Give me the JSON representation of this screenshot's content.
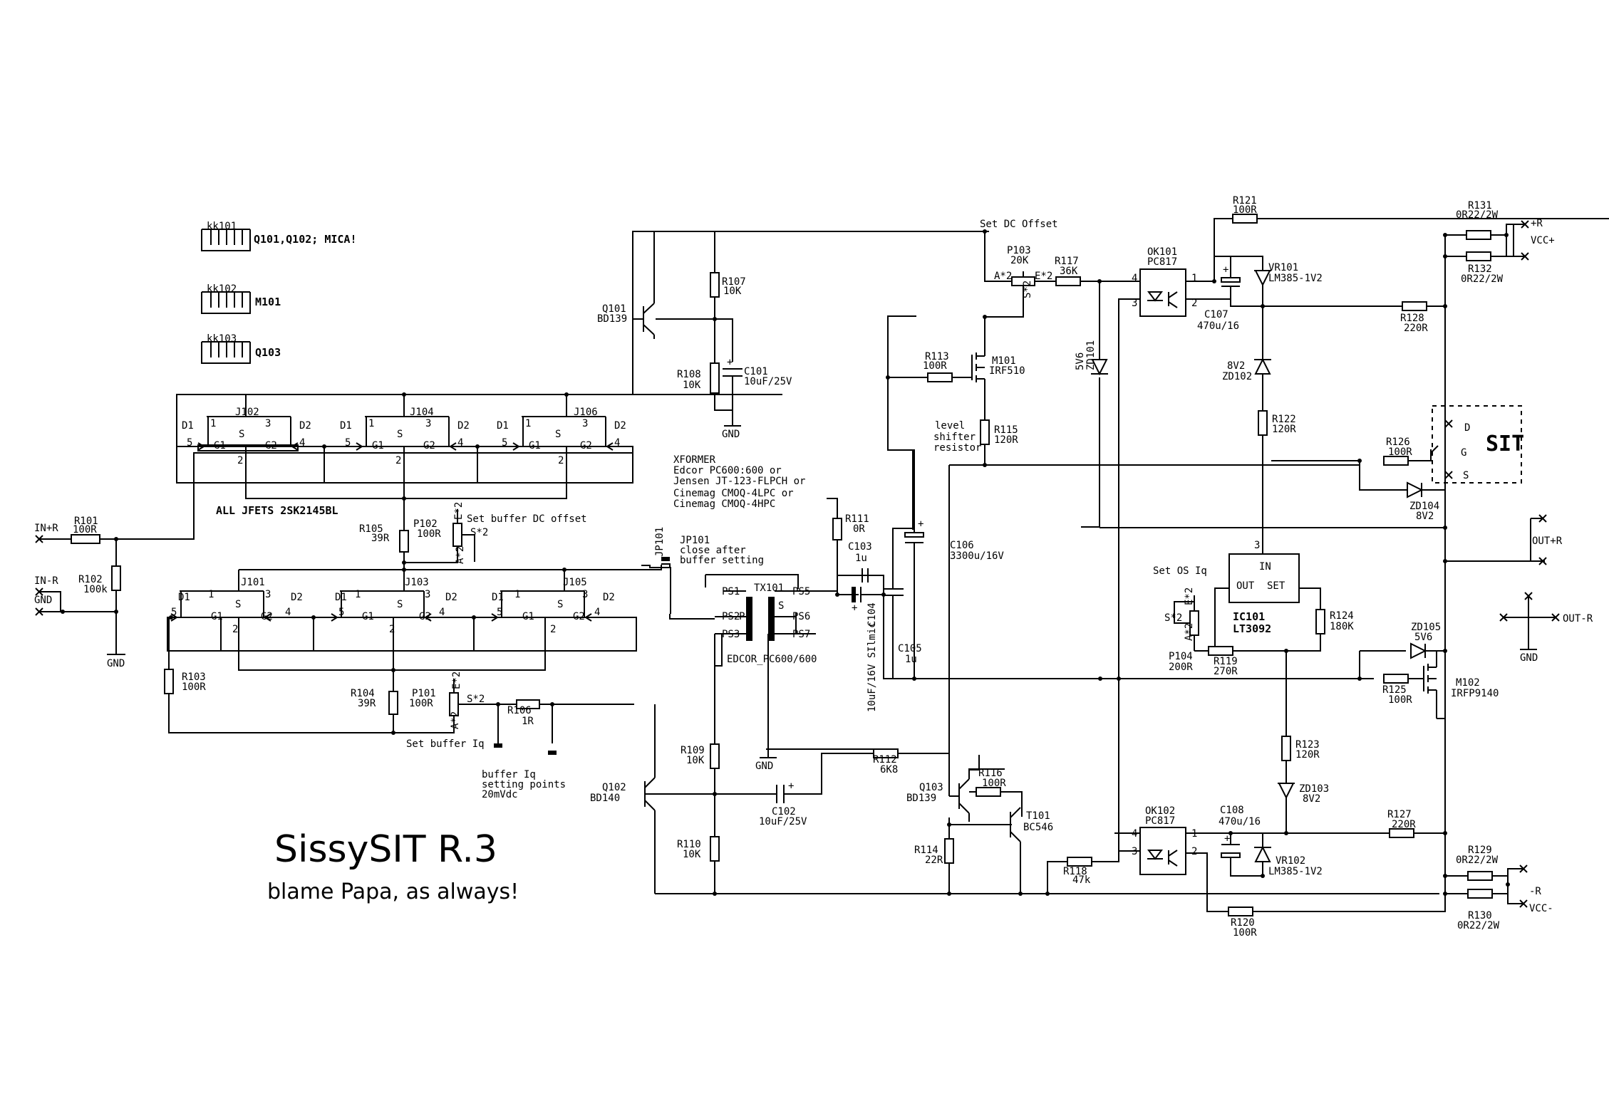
{
  "title": {
    "main": "SissySIT R.3",
    "subtitle": "blame Papa, as always!"
  },
  "heatsinks": [
    {
      "ref": "kk101",
      "note": "Q101,Q102; MICA!"
    },
    {
      "ref": "kk102",
      "note": "M101"
    },
    {
      "ref": "kk103",
      "note": "Q103"
    }
  ],
  "components": {
    "r101": {
      "ref": "R101",
      "value": "100R"
    },
    "r102": {
      "ref": "R102",
      "value": "100k"
    },
    "r103": {
      "ref": "R103",
      "value": "100R"
    },
    "r104": {
      "ref": "R104",
      "value": "39R"
    },
    "r105": {
      "ref": "R105",
      "value": "39R"
    },
    "r106": {
      "ref": "R106",
      "value": "1R"
    },
    "r107": {
      "ref": "R107",
      "value": "10K"
    },
    "r108": {
      "ref": "R108",
      "value": "10K"
    },
    "r109": {
      "ref": "R109",
      "value": "10K"
    },
    "r110": {
      "ref": "R110",
      "value": "10K"
    },
    "r111": {
      "ref": "R111",
      "value": "0R"
    },
    "r112": {
      "ref": "R112",
      "value": "6K8"
    },
    "r113": {
      "ref": "R113",
      "value": "100R"
    },
    "r114": {
      "ref": "R114",
      "value": "22R"
    },
    "r115": {
      "ref": "R115",
      "value": "120R"
    },
    "r116": {
      "ref": "R116",
      "value": "100R"
    },
    "r117": {
      "ref": "R117",
      "value": "36K"
    },
    "r118": {
      "ref": "R118",
      "value": "47k"
    },
    "r119": {
      "ref": "R119",
      "value": "270R"
    },
    "r120": {
      "ref": "R120",
      "value": "100R"
    },
    "r121": {
      "ref": "R121",
      "value": "100R"
    },
    "r122": {
      "ref": "R122",
      "value": "120R"
    },
    "r123": {
      "ref": "R123",
      "value": "120R"
    },
    "r124": {
      "ref": "R124",
      "value": "180K"
    },
    "r125": {
      "ref": "R125",
      "value": "100R"
    },
    "r126": {
      "ref": "R126",
      "value": "100R"
    },
    "r127": {
      "ref": "R127",
      "value": "220R"
    },
    "r128": {
      "ref": "R128",
      "value": "220R"
    },
    "r129": {
      "ref": "R129",
      "value": "0R22/2W"
    },
    "r130": {
      "ref": "R130",
      "value": "0R22/2W"
    },
    "r131": {
      "ref": "R131",
      "value": "0R22/2W"
    },
    "r132": {
      "ref": "R132",
      "value": "0R22/2W"
    },
    "p101": {
      "ref": "P101",
      "value": "100R"
    },
    "p102": {
      "ref": "P102",
      "value": "100R"
    },
    "p103": {
      "ref": "P103",
      "value": "20K"
    },
    "p104": {
      "ref": "P104",
      "value": "200R"
    },
    "c101": {
      "ref": "C101",
      "value": "10uF/25V"
    },
    "c102": {
      "ref": "C102",
      "value": "10uF/25V"
    },
    "c103": {
      "ref": "C103",
      "value": "1u"
    },
    "c104": {
      "ref": "C104",
      "value": "10uF/16V SIlmic"
    },
    "c105": {
      "ref": "C105",
      "value": "1u"
    },
    "c106": {
      "ref": "C106",
      "value": "3300u/16V"
    },
    "c107": {
      "ref": "C107",
      "value": "470u/16"
    },
    "c108": {
      "ref": "C108",
      "value": "470u/16"
    },
    "q101": {
      "ref": "Q101",
      "value": "BD139"
    },
    "q102": {
      "ref": "Q102",
      "value": "BD140"
    },
    "q103": {
      "ref": "Q103",
      "value": "BD139"
    },
    "t101": {
      "ref": "T101",
      "value": "BC546"
    },
    "m101": {
      "ref": "M101",
      "value": "IRF510"
    },
    "m102": {
      "ref": "M102",
      "value": "IRFP9140"
    },
    "ok101": {
      "ref": "OK101",
      "value": "PC817"
    },
    "ok102": {
      "ref": "OK102",
      "value": "PC817"
    },
    "vr101": {
      "ref": "VR101",
      "value": "LM385-1V2"
    },
    "vr102": {
      "ref": "VR102",
      "value": "LM385-1V2"
    },
    "zd101": {
      "ref": "ZD101",
      "value": "5V6"
    },
    "zd102": {
      "ref": "ZD102",
      "value": "8V2"
    },
    "zd103": {
      "ref": "ZD103",
      "value": "8V2"
    },
    "zd104": {
      "ref": "ZD104",
      "value": "8V2"
    },
    "zd105": {
      "ref": "ZD105",
      "value": "5V6"
    },
    "ic101": {
      "ref": "IC101",
      "value": "LT3092"
    },
    "tx101": {
      "ref": "TX101",
      "value": "EDCOR_PC600/600"
    },
    "jp101": {
      "ref": "JP101",
      "note1": "close after",
      "note2": "buffer setting"
    },
    "sit": {
      "label": "SIT"
    }
  },
  "jfets": [
    "J101",
    "J102",
    "J103",
    "J104",
    "J105",
    "J106"
  ],
  "labels": {
    "all_jfets": "ALL JFETS 2SK2145BL",
    "set_dc_offset": "Set DC Offset",
    "set_buffer_dc_offset": "Set buffer DC offset",
    "set_buffer_iq": "Set buffer Iq",
    "set_os_iq": "Set OS Iq",
    "level_shifter": [
      "level",
      "shifter",
      "resistor"
    ],
    "buffer_iq_points": [
      "buffer Iq",
      "setting points",
      "20mVdc"
    ],
    "xformer": [
      "XFORMER",
      "Edcor PC600:600 or",
      "Jensen JT-123-FLPCH or",
      "Cinemag CMOQ-4LPC or",
      "Cinemag CMOQ-4HPC"
    ]
  },
  "ports": {
    "in_p": "IN+R",
    "in_n": "IN-R",
    "gnd_in": "GND",
    "vcc_p": "VCC+",
    "vcc_p_r": "+R",
    "vcc_n": "VCC-",
    "vcc_n_r": "-R",
    "out_p": "OUT+R",
    "out_n": "OUT-R",
    "gnd": "GND"
  }
}
